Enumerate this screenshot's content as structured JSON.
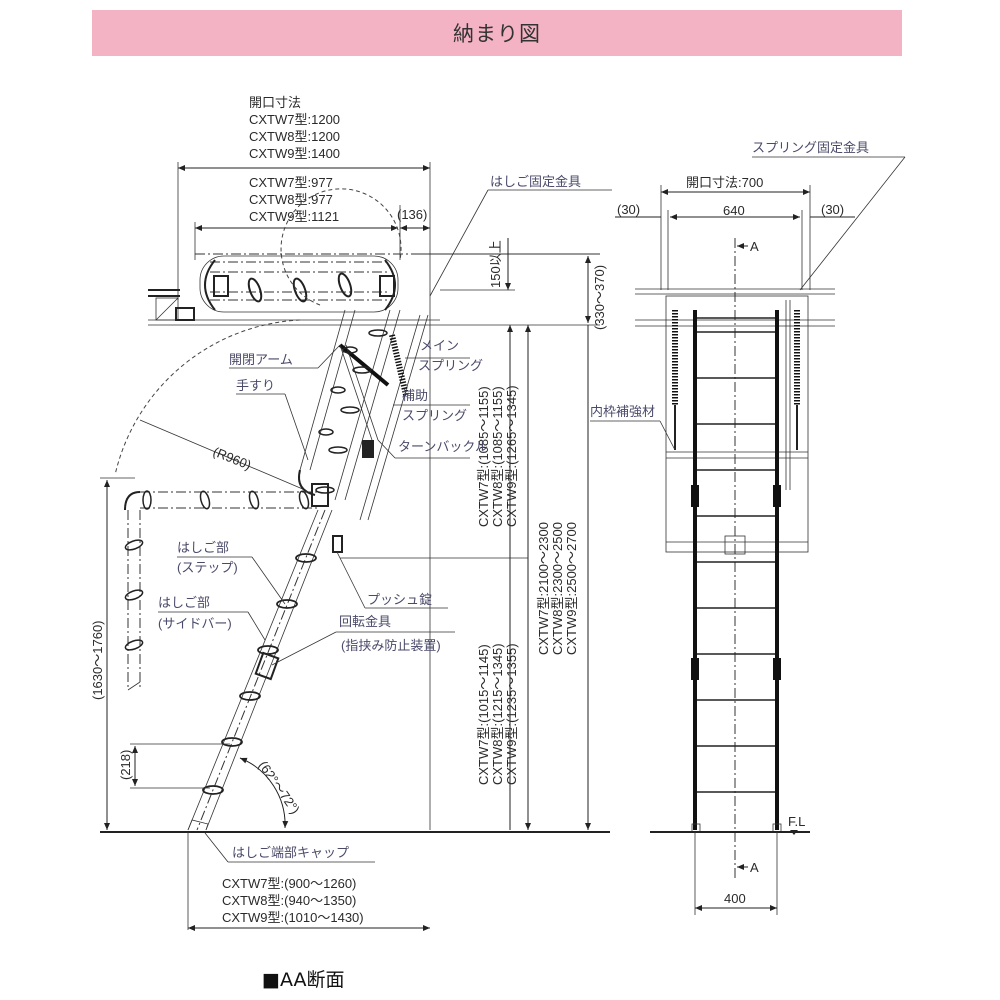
{
  "header": {
    "title": "納まり図"
  },
  "side_view": {
    "opening_label": "開口寸法",
    "opening_sizes": [
      "CXTW7型:1200",
      "CXTW8型:1200",
      "CXTW9型:1400"
    ],
    "frame_sizes": [
      "CXTW7型:977",
      "CXTW8型:977",
      "CXTW9型:1121"
    ],
    "offset_136": "(136)",
    "min_150": "150以上",
    "range_330_370": "(330〜370)",
    "labels": {
      "ladder_fixing_bracket": "はしご固定金具",
      "open_close_arm": "開閉アーム",
      "handrail": "手すり",
      "radius": "(R960)",
      "main_spring_1": "メイン",
      "main_spring_2": "スプリング",
      "aux_spring_1": "補助",
      "aux_spring_2": "スプリング",
      "turnbuckle": "ターンバックル",
      "ladder_step_1": "はしご部",
      "ladder_step_2": "(ステップ)",
      "ladder_side_1": "はしご部",
      "ladder_side_2": "(サイドバー)",
      "push_lock": "プッシュ錠",
      "rotating_bracket_1": "回転金具",
      "rotating_bracket_2": "(指挟み防止装置)",
      "ladder_end_cap": "はしご端部キャップ",
      "height_1630_1760": "(1630〜1760)",
      "step_218": "(218)",
      "angle": "(62°〜72°)"
    },
    "vertical_upper": [
      "CXTW7型:(1085〜1155)",
      "CXTW8型:(1085〜1155)",
      "CXTW9型:(1265〜1345)"
    ],
    "vertical_total": [
      "CXTW7型:2100〜2300",
      "CXTW8型:2300〜2500",
      "CXTW9型:2500〜2700"
    ],
    "vertical_lower": [
      "CXTW7型:(1015〜1145)",
      "CXTW8型:(1215〜1345)",
      "CXTW9型:(1235〜1355)"
    ],
    "floor_projection": [
      "CXTW7型:(900〜1260)",
      "CXTW8型:(940〜1350)",
      "CXTW9型:(1010〜1430)"
    ]
  },
  "front_view": {
    "spring_fixing_bracket": "スプリング固定金具",
    "opening": "開口寸法:700",
    "inner_width": "640",
    "side_left": "(30)",
    "side_right": "(30)",
    "section_marker_top": "A",
    "section_marker_bottom": "A",
    "inner_frame_reinforcement": "内枠補強材",
    "floor_level": "F.L",
    "bottom_width": "400"
  },
  "footer": {
    "caption": "■AA断面"
  }
}
